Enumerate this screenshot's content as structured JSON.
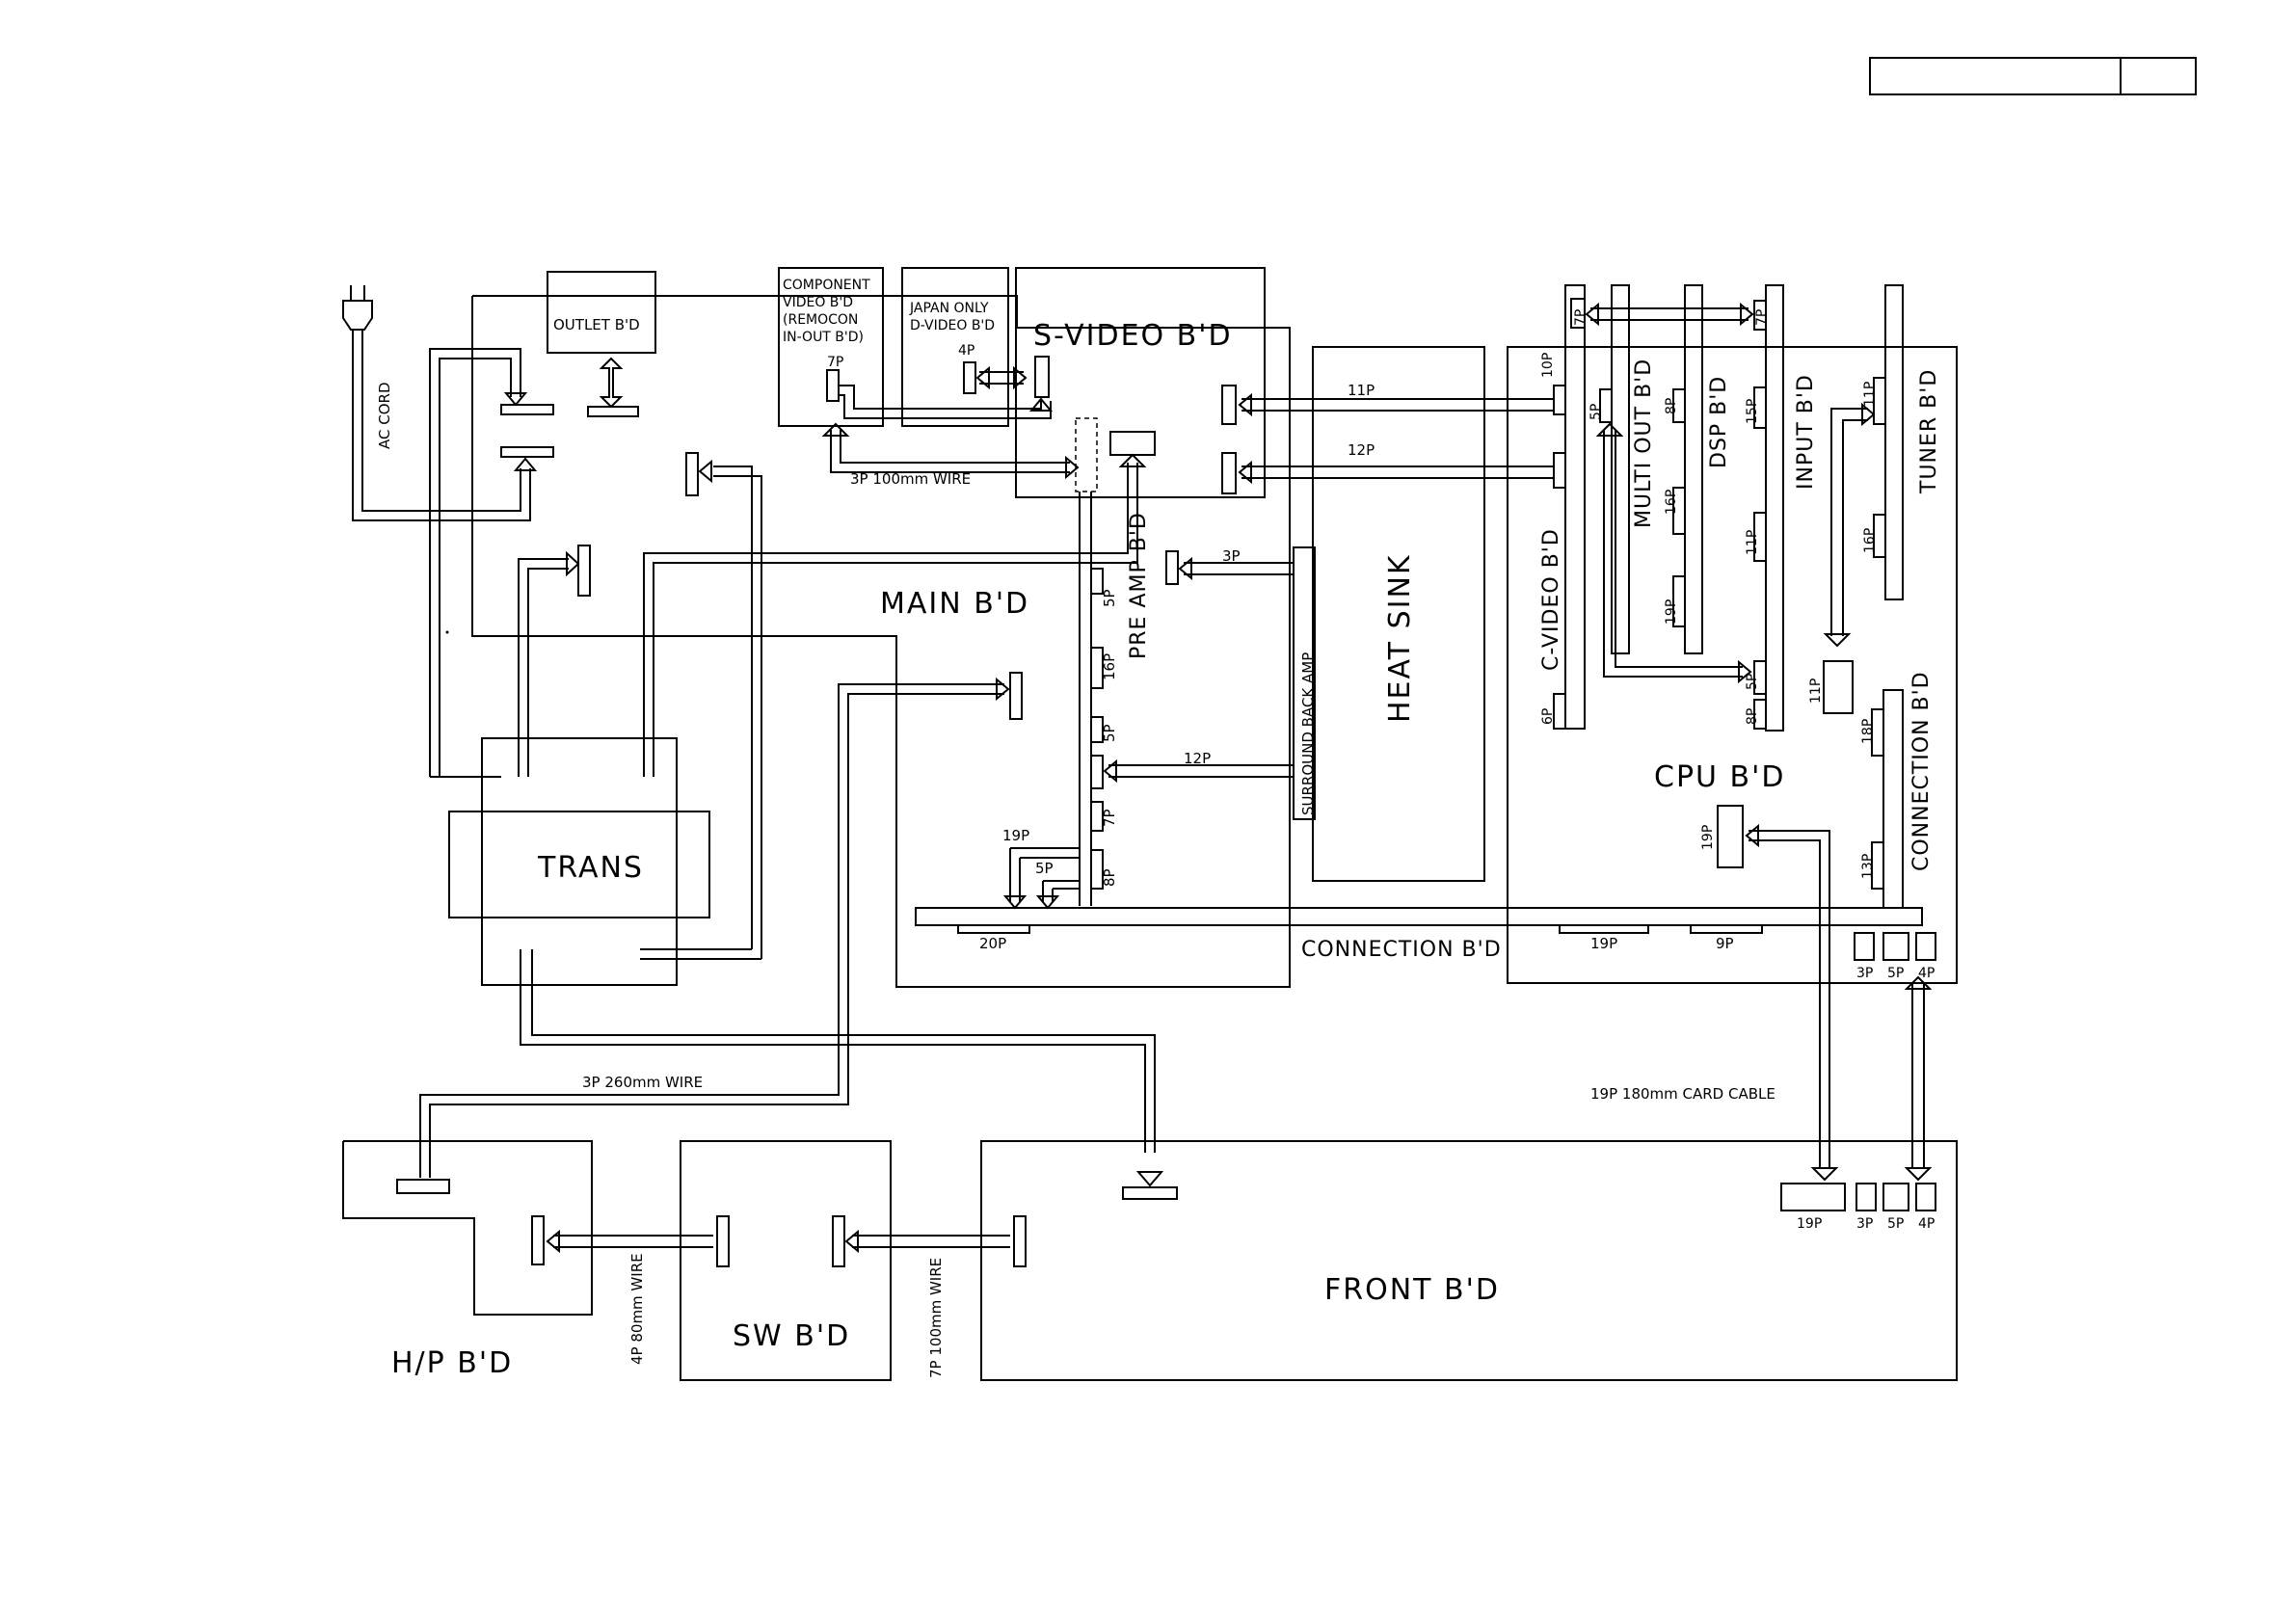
{
  "title_block": {
    "cell_1": "",
    "cell_2": ""
  },
  "boards": {
    "outlet": "OUTLET B'D",
    "component_video": [
      "COMPONENT",
      "VIDEO B'D",
      "(REMOCON",
      "IN-OUT B'D)"
    ],
    "japan_only": [
      "JAPAN ONLY",
      "D-VIDEO B'D"
    ],
    "s_video": "S-VIDEO B'D",
    "main": "MAIN B'D",
    "pre_amp": "PRE AMP B'D",
    "heat_sink": "HEAT SINK",
    "surround_back_amp": "SURROUND BACK AMP",
    "c_video": "C-VIDEO B'D",
    "multi_out": "MULTI OUT B'D",
    "dsp": "DSP B'D",
    "input": "INPUT B'D",
    "tuner": "TUNER B'D",
    "cpu": "CPU B'D",
    "connection_right": "CONNECTION B'D",
    "connection_bottom": "CONNECTION B'D",
    "trans": "TRANS",
    "hp": "H/P B'D",
    "sw": "SW B'D",
    "front": "FRONT B'D"
  },
  "cords": {
    "ac_cord": "AC CORD",
    "wire_3p_100": "3P 100mm WIRE",
    "wire_3p_260": "3P 260mm WIRE",
    "wire_4p_80": "4P 80mm WIRE",
    "wire_7p_100": "7P 100mm WIRE",
    "card_cable_19p": "19P 180mm CARD CABLE"
  },
  "pins": {
    "p7_comp": "7P",
    "p4_japan": "4P",
    "p11_svideo": "11P",
    "p12_svideo": "12P",
    "p3_surround": "3P",
    "p12_preamp": "12P",
    "p19_main": "19P",
    "p5_main": "5P",
    "p20_conn": "20P",
    "p19_conn": "19P",
    "p9_conn": "9P",
    "pre_5p": "5P",
    "pre_16p": "16P",
    "pre_5p_b": "5P",
    "pre_7p": "7P",
    "pre_8p": "8P",
    "cv_10p": "10P",
    "cv_6p": "6P",
    "cv_7p": "7P",
    "mo_5p": "5P",
    "dsp_8p": "8P",
    "dsp_16p": "16P",
    "dsp_19p": "19P",
    "in_7p": "7P",
    "in_15p": "15P",
    "in_11p": "11P",
    "in_5p": "5P",
    "in_8p": "8P",
    "tun_11p": "11P",
    "tun_16p": "16P",
    "cpu_11p": "11P",
    "cpu_19p": "19P",
    "cb_18p": "18P",
    "cb_13p": "13P",
    "cpu_3p": "3P",
    "cpu_5p": "5P",
    "cpu_4p": "4P",
    "front_19p": "19P",
    "front_3p": "3P",
    "front_5p": "5P",
    "front_4p": "4P"
  }
}
